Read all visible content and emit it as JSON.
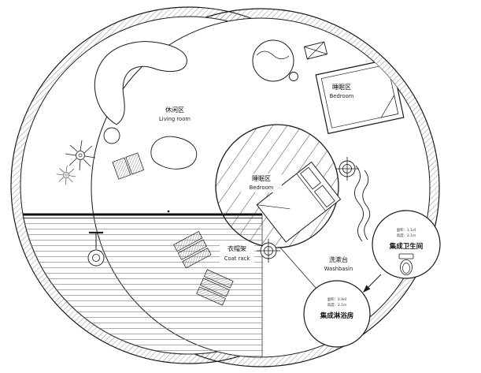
{
  "plan": {
    "labels": {
      "living": {
        "zh": "休闲区",
        "en": "Living room"
      },
      "bedroom_top": {
        "zh": "睡眠区",
        "en": "Bedroom"
      },
      "bedroom_center": {
        "zh": "睡眠区",
        "en": "Bedroom"
      },
      "coat_rack": {
        "zh": "衣帽架",
        "en": "Coat rack"
      },
      "washbasin": {
        "zh": "洗漱台",
        "en": "Washbasin"
      }
    },
    "pods": {
      "bathroom": {
        "spec1": "面积：1.1㎡",
        "spec2": "高度：2.1m",
        "name": "集成卫生间"
      },
      "shower": {
        "spec1": "面积：0.9㎡",
        "spec2": "高度：2.1m",
        "name": "集成淋浴房"
      }
    },
    "colors": {
      "line": "#1a1a1a",
      "hatch": "#767676",
      "background": "#ffffff"
    }
  }
}
